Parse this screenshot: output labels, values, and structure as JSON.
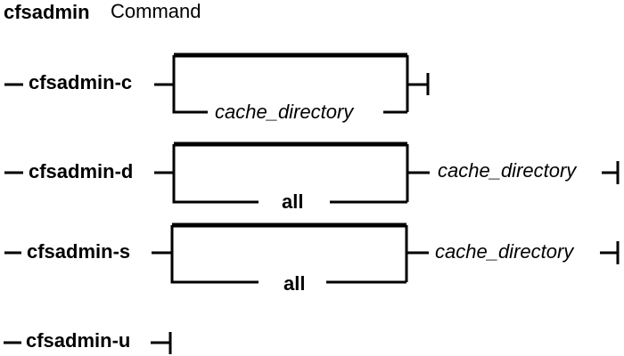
{
  "title": {
    "command": "cfsadmin",
    "word": "Command"
  },
  "rows": [
    {
      "name": "cfsadmin-c",
      "bracket_label": "cache_directory",
      "tail": ""
    },
    {
      "name": "cfsadmin-d",
      "bracket_label": "all",
      "tail": "cache_directory"
    },
    {
      "name": "cfsadmin-s",
      "bracket_label": "all",
      "tail": "cache_directory"
    },
    {
      "name": "cfsadmin-u",
      "bracket_label": "",
      "tail": ""
    }
  ],
  "colors": {
    "ink": "#000000",
    "background": "#ffffff"
  }
}
